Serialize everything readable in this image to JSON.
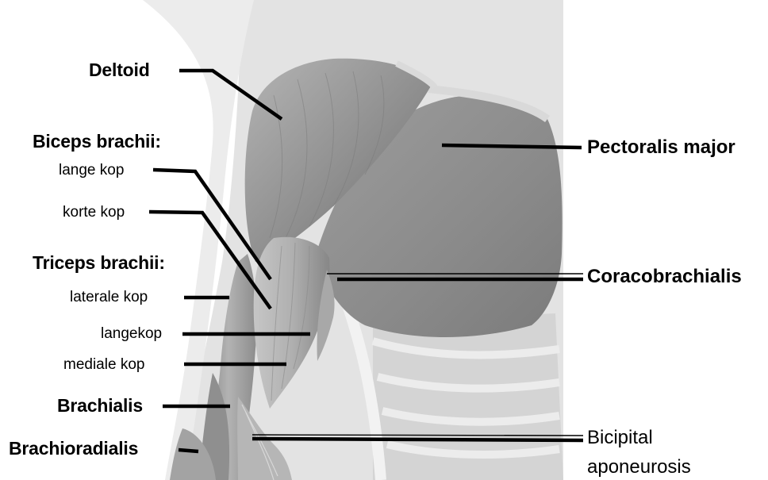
{
  "labels": {
    "deltoid": "Deltoid",
    "biceps_brachii": "Biceps brachii:",
    "biceps_long_head": "lange kop",
    "biceps_short_head": "korte kop",
    "triceps_brachii": "Triceps brachii:",
    "triceps_lateral_head": "laterale kop",
    "triceps_long_head": "langekop",
    "triceps_medial_head": "mediale kop",
    "brachialis": "Brachialis",
    "brachioradialis": "Brachioradialis",
    "pectoralis_major": "Pectoralis major",
    "coracobrachialis": "Coracobrachialis",
    "bicipital_line1": "Bicipital",
    "bicipital_line2": "aponeurosis"
  },
  "colors": {
    "background": "#ffffff",
    "body_panel": "#e2e2e2",
    "muscle_light": "#b9b9b9",
    "muscle_mid": "#9a9a9a",
    "muscle_dark": "#6f6f6f",
    "leader_line": "#000000"
  }
}
